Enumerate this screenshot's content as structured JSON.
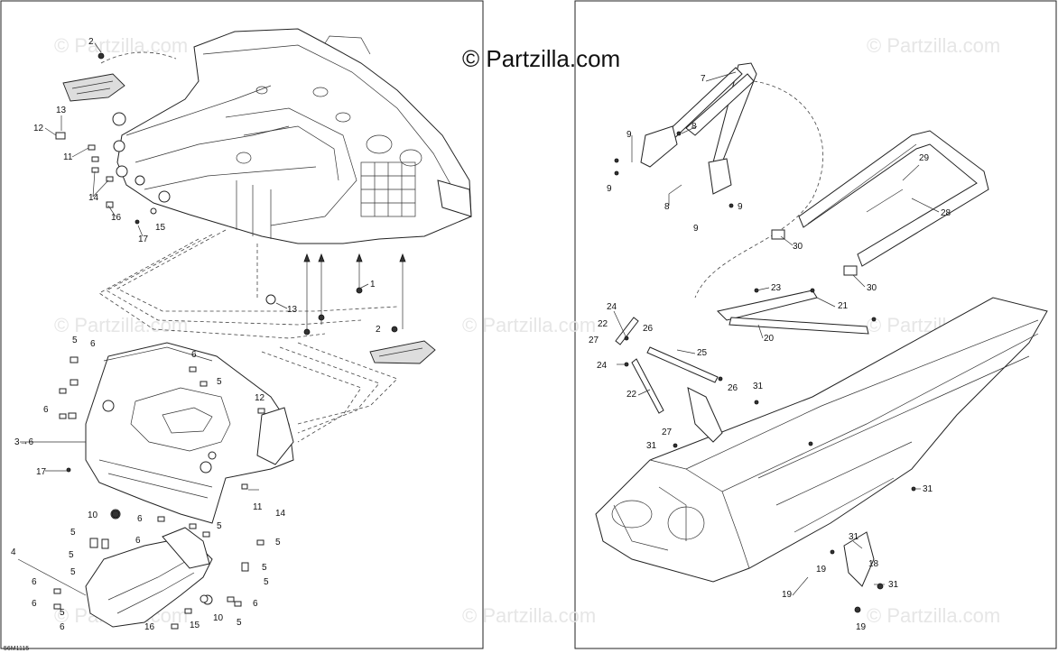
{
  "watermark": {
    "main": "© Partzilla.com",
    "faint": "© Partzilla.com"
  },
  "diagram_code": "56M1115",
  "callouts": {
    "left": [
      "2",
      "13",
      "12",
      "11",
      "14",
      "16",
      "17",
      "15",
      "1",
      "13",
      "2",
      "5",
      "6",
      "6",
      "5",
      "12",
      "6",
      "3→6",
      "17",
      "11",
      "14",
      "10",
      "6",
      "5",
      "5",
      "6",
      "5",
      "4",
      "5",
      "5",
      "5",
      "6",
      "5",
      "6",
      "5",
      "16",
      "15",
      "10",
      "5",
      "6",
      "6",
      "5"
    ],
    "right": [
      "7",
      "9",
      "8",
      "9",
      "8",
      "9",
      "9",
      "29",
      "28",
      "30",
      "30",
      "23",
      "21",
      "24",
      "22",
      "27",
      "26",
      "25",
      "20",
      "24",
      "22",
      "26",
      "31",
      "27",
      "31",
      "31",
      "31",
      "18",
      "19",
      "19",
      "31",
      "19"
    ]
  }
}
